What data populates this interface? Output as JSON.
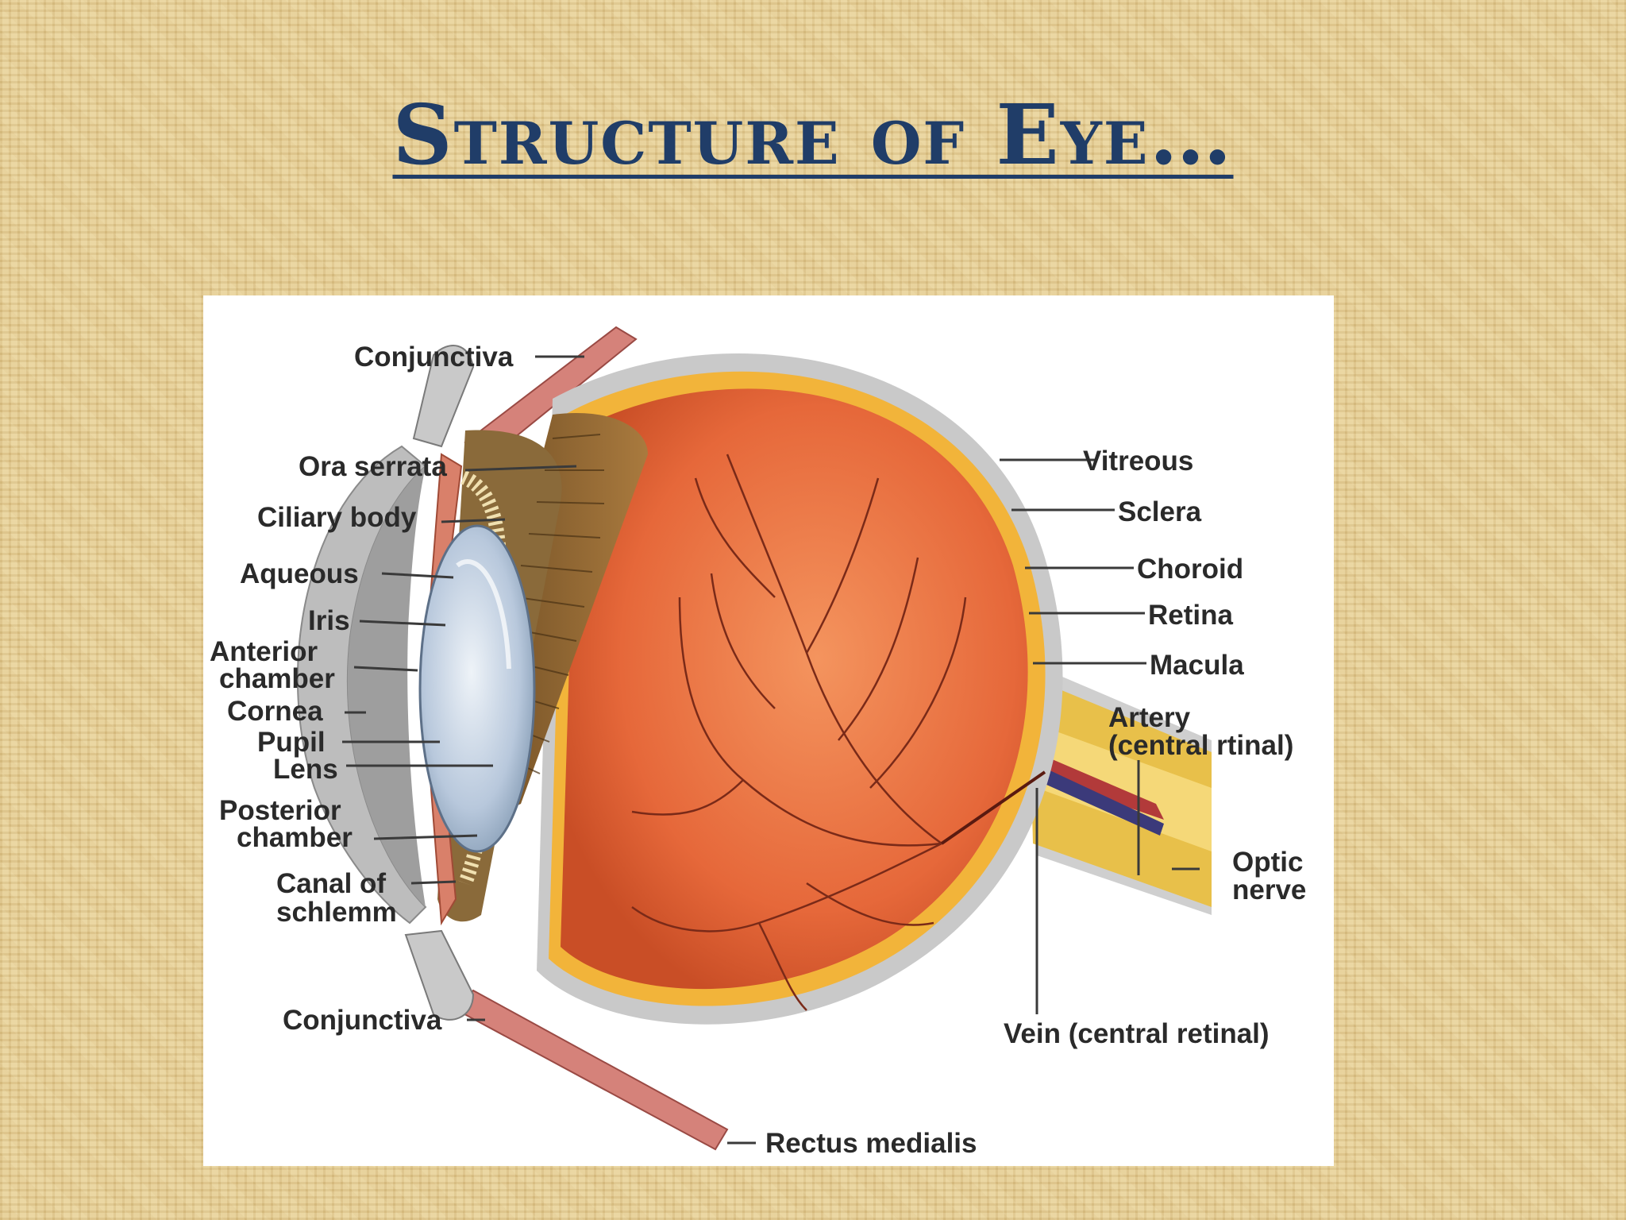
{
  "title": "Structure of Eye…",
  "colors": {
    "title": "#203d68",
    "background": "#e6cf96",
    "vitreous": "#e06a3a",
    "sclera": "#c9c9c9",
    "choroid": "#f2b43a",
    "optic_nerve": "#e8c04a",
    "lens": "#c8d6e8"
  },
  "labels": {
    "conjunctiva_top": "Conjunctiva",
    "ora_serrata": "Ora serrata",
    "ciliary_body": "Ciliary body",
    "aqueous": "Aqueous",
    "iris": "Iris",
    "anterior_1": "Anterior",
    "anterior_2": "chamber",
    "cornea": "Cornea",
    "pupil": "Pupil",
    "lens": "Lens",
    "posterior_1": "Posterior",
    "posterior_2": "chamber",
    "canal_1": "Canal of",
    "canal_2": "schlemm",
    "conjunctiva_bottom": "Conjunctiva",
    "rectus_medialis": "Rectus medialis",
    "vitreous": "Vitreous",
    "sclera": "Sclera",
    "choroid": "Choroid",
    "retina": "Retina",
    "macula": "Macula",
    "artery_1": "Artery",
    "artery_2": "(central rtinal)",
    "optic_1": "Optic",
    "optic_2": "nerve",
    "vein": "Vein (central retinal)"
  }
}
